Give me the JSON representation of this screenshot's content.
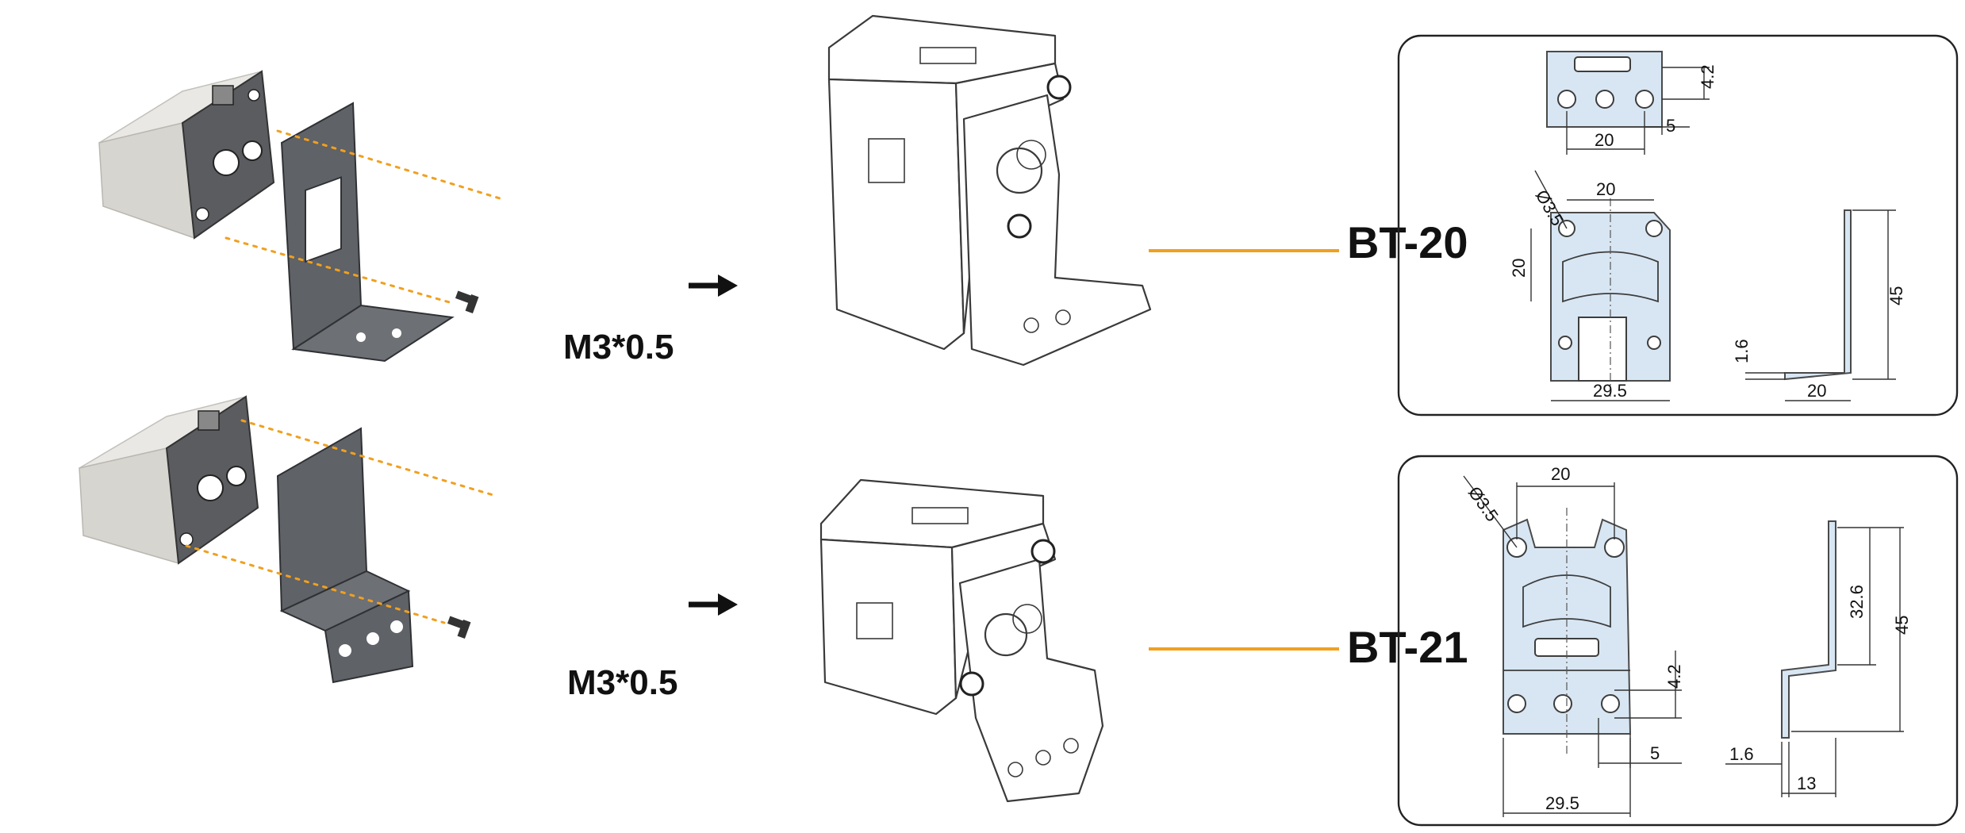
{
  "assemblies": [
    {
      "screw_label": "M3*0.5",
      "model": "BT-20",
      "drawing": {
        "hole_dia": "Ø3.5",
        "top_hole_pitch": "20",
        "side_height": "20",
        "base_width": "29.5",
        "detail_hole_pitch": "20",
        "detail_offset": "5",
        "detail_height": "4.2",
        "profile_height": "45",
        "profile_thickness": "1.6",
        "profile_depth": "20"
      }
    },
    {
      "screw_label": "M3*0.5",
      "model": "BT-21",
      "drawing": {
        "hole_dia": "Ø3.5",
        "top_hole_pitch": "20",
        "base_width": "29.5",
        "bottom_offset": "5",
        "bottom_height": "4.2",
        "profile_total_height": "45",
        "profile_upper_height": "32.6",
        "profile_thickness": "1.6",
        "profile_offset": "13"
      }
    }
  ],
  "colors": {
    "accent": "#f0a020",
    "blueprint_fill": "#d8e6f3",
    "bracket": "#5f6266"
  },
  "icons": [
    "arrow-right-icon",
    "screw-icon"
  ]
}
